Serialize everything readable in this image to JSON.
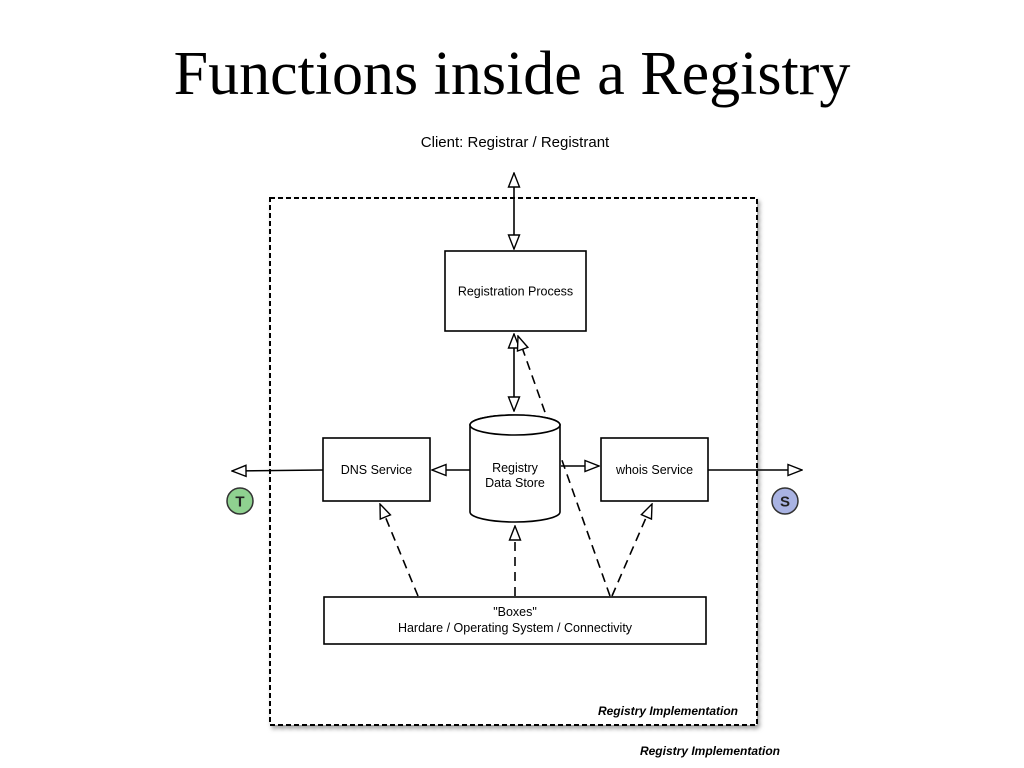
{
  "slide": {
    "title": "Functions inside a Registry"
  },
  "diagram": {
    "client_label": "Client: Registrar / Registrant",
    "registration_process": "Registration Process",
    "data_store": {
      "line1": "Registry",
      "line2": "Data Store"
    },
    "dns_service": "DNS Service",
    "whois_service": "whois Service",
    "boxes": {
      "line1": "\"Boxes\"",
      "line2": "Hardare / Operating System / Connectivity"
    },
    "terminal_left": "T",
    "terminal_right": "S",
    "container_label": "Registry Implementation",
    "caption": "Registry Implementation"
  },
  "colors": {
    "terminal_left_fill": "#8fd190",
    "terminal_right_fill": "#a9b3e3"
  }
}
